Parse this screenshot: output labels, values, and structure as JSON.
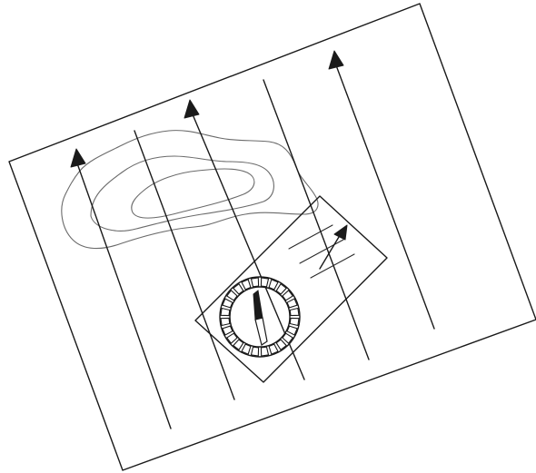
{
  "figure": {
    "ink_color": "#1a1a1a",
    "background_color": "#ffffff",
    "contour_color": "#6a6a6a",
    "elements": {
      "map_sheet": "rectangle-outline",
      "meridian_lines": "parallel-lines-with-arrowheads",
      "contour_lines": "hill-contours",
      "compass": "baseplate-compass",
      "compass_dial": "rotating-bezel-with-needle",
      "direction_of_travel_arrow": "arrow-icon"
    }
  }
}
